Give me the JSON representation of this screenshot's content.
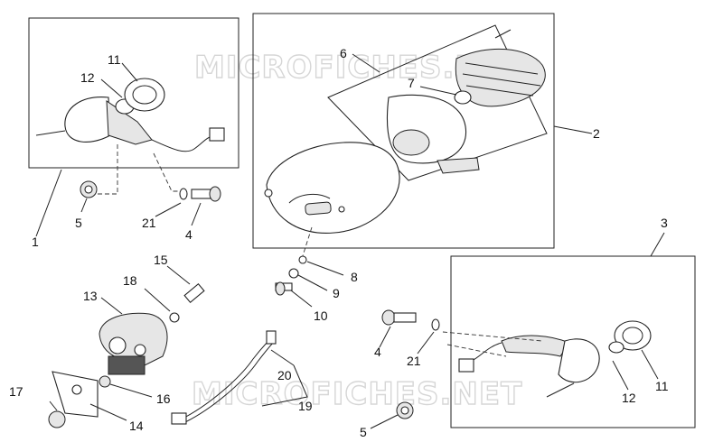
{
  "watermark": "MICROFICHES.NET",
  "callouts": {
    "c1": "1",
    "c2": "2",
    "c3": "3",
    "c4a": "4",
    "c4b": "4",
    "c5a": "5",
    "c5b": "5",
    "c6": "6",
    "c7": "7",
    "c8": "8",
    "c9": "9",
    "c10": "10",
    "c11a": "11",
    "c11b": "11",
    "c12a": "12",
    "c12b": "12",
    "c13": "13",
    "c14": "14",
    "c15": "15",
    "c16": "16",
    "c17": "17",
    "c18": "18",
    "c19": "19",
    "c20": "20",
    "c21a": "21",
    "c21b": "21"
  },
  "colors": {
    "line": "#222222",
    "watermark": "#d6d6d6",
    "background": "#ffffff"
  }
}
